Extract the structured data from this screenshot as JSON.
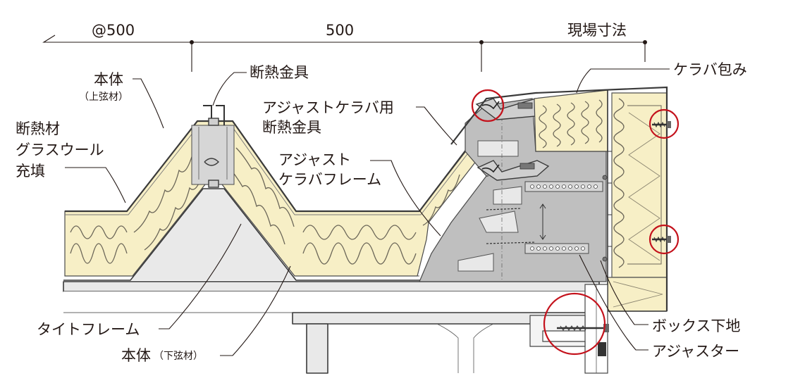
{
  "dimensions": {
    "pitch": "@500",
    "span": "500",
    "site": "現場寸法"
  },
  "labels": {
    "main_upper": "本体",
    "main_upper_sub": "（上弦材）",
    "insulation_l1": "断熱材",
    "insulation_l2": "グラスウール",
    "insulation_l3": "充填",
    "insul_fitting": "断熱金具",
    "adj_fitting_l1": "アジャストケラバ用",
    "adj_fitting_l2": "断熱金具",
    "adj_frame_l1": "アジャスト",
    "adj_frame_l2": "ケラバフレーム",
    "keraba": "ケラバ包み",
    "box": "ボックス下地",
    "tight_frame": "タイトフレーム",
    "main_lower": "本体",
    "main_lower_sub": "（下弦材）",
    "adjuster": "アジャスター"
  },
  "colors": {
    "insulation": "#f7efc6",
    "steel": "#e9e9e9",
    "frame": "#bfbfbf",
    "highlight": "#c4121c",
    "ink": "#231815"
  }
}
